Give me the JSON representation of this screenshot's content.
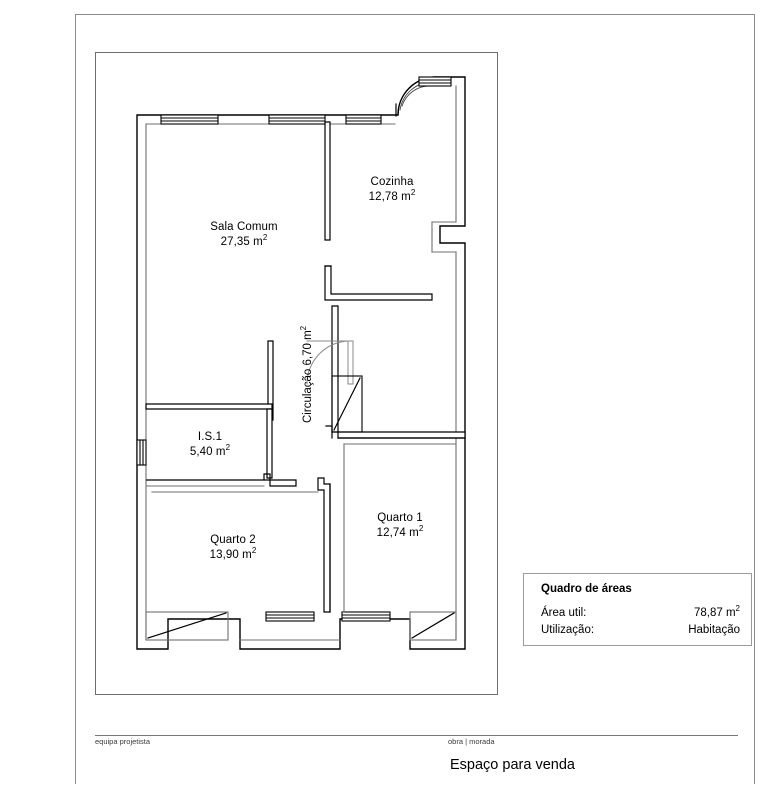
{
  "sheet": {
    "drawing_title": "Espaço para venda"
  },
  "rooms": [
    {
      "id": "sala",
      "name": "Sala Comum",
      "area": "27,35 m",
      "unit_exp": "2"
    },
    {
      "id": "cozinha",
      "name": "Cozinha",
      "area": "12,78 m",
      "unit_exp": "2"
    },
    {
      "id": "is1",
      "name": "I.S.1",
      "area": "5,40 m",
      "unit_exp": "2"
    },
    {
      "id": "quarto2",
      "name": "Quarto 2",
      "area": "13,90 m",
      "unit_exp": "2"
    },
    {
      "id": "quarto1",
      "name": "Quarto 1",
      "area": "12,74 m",
      "unit_exp": "2"
    },
    {
      "id": "circulacao",
      "name": "Circulação 6,70 m",
      "area": "",
      "unit_exp": "2"
    }
  ],
  "areas_table": {
    "title": "Quadro de áreas",
    "rows": [
      {
        "label": "Área util:",
        "value": "78,87 m",
        "exp": "2"
      },
      {
        "label": "Utilização:",
        "value": "Habitação",
        "exp": ""
      }
    ]
  },
  "footer": {
    "left_label": "equipa projetista",
    "mid_label": "obra | morada",
    "headline": "Espaço para venda"
  },
  "colors": {
    "wall": "#000000",
    "thin_line": "#8a8a8a",
    "border": "#8a8a8a",
    "background": "#ffffff"
  }
}
